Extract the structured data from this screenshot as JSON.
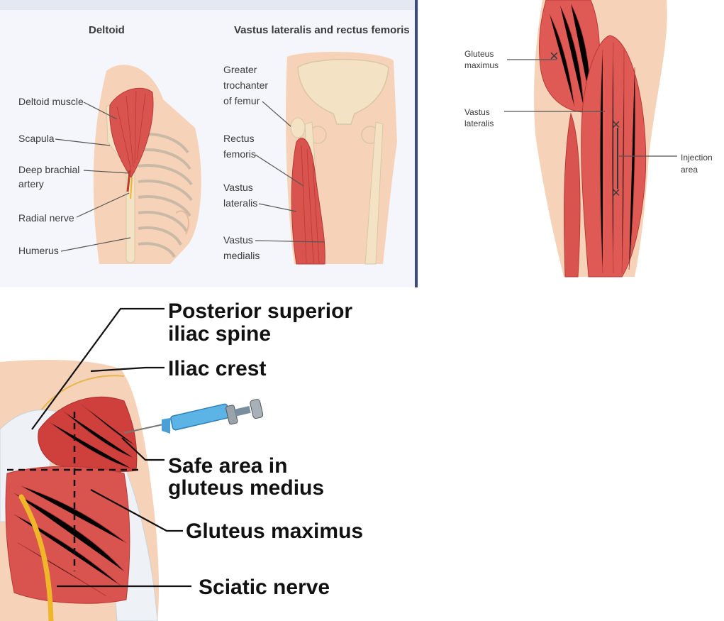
{
  "top_left": {
    "deltoid": {
      "title": "Deltoid",
      "labels": [
        "Deltoid muscle",
        "Scapula",
        "Deep brachial",
        "artery",
        "Radial nerve",
        "Humerus"
      ]
    },
    "vastus": {
      "title": "Vastus lateralis and rectus femoris",
      "labels": [
        "Greater",
        "trochanter",
        "of femur",
        "Rectus",
        "femoris",
        "Vastus",
        "lateralis",
        "Vastus",
        "medialis"
      ]
    }
  },
  "top_right": {
    "labels": [
      "Gluteus",
      "maximus",
      "Vastus",
      "lateralis",
      "Injection",
      "area"
    ],
    "marks": [
      "×",
      "×",
      "×"
    ]
  },
  "bottom": {
    "labels": [
      "Posterior superior",
      "iliac spine",
      "Iliac crest",
      "Safe area in",
      "gluteus medius",
      "Gluteus maximus",
      "Sciatic nerve"
    ]
  },
  "colors": {
    "muscle": "#d9534f",
    "muscle_dark": "#b83a36",
    "skin": "#f6d3b8",
    "bone": "#f3e3c4",
    "tendon": "#e9eef3",
    "nerve": "#f0b62a",
    "syringe": "#5bb3e6",
    "frame": "#3c4a7a"
  }
}
